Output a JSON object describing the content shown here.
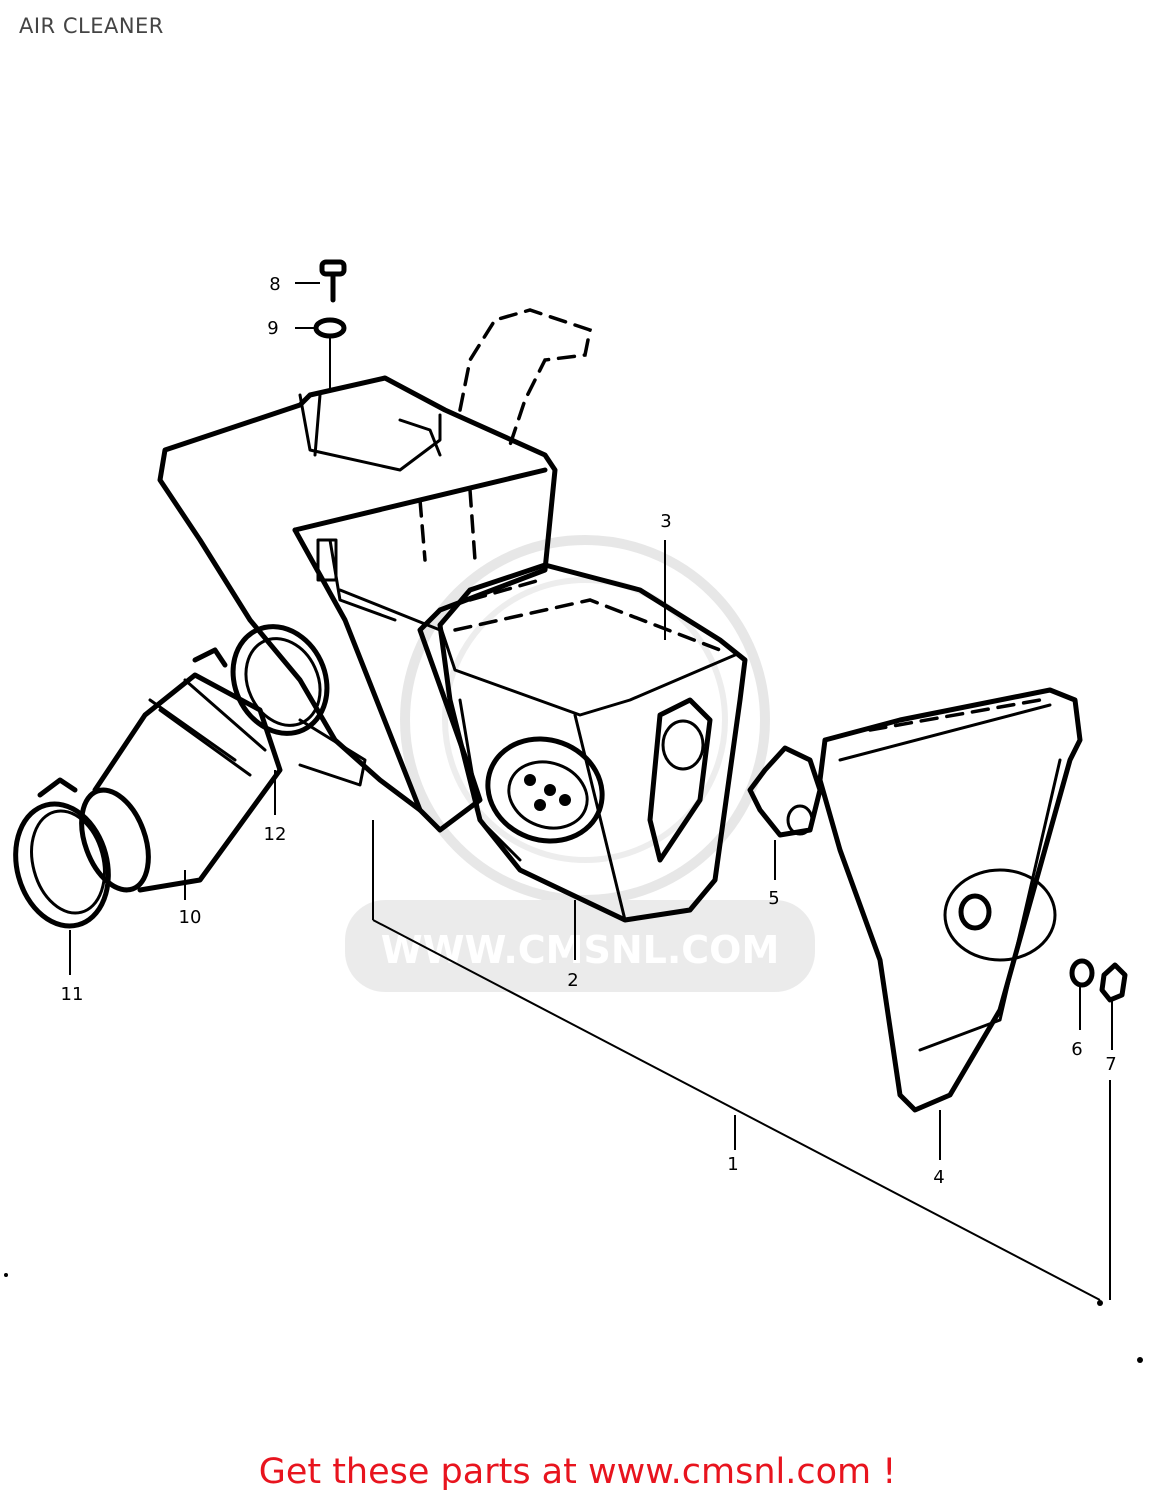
{
  "title": "AIR CLEANER",
  "footer": {
    "text": "Get these parts at www.cmsnl.com !",
    "color": "#e8141e"
  },
  "watermark": {
    "text": "WWW.CMSNL.COM"
  },
  "callouts": {
    "c1": "1",
    "c2": "2",
    "c3": "3",
    "c4": "4",
    "c5": "5",
    "c6": "6",
    "c7": "7",
    "c8": "8",
    "c9": "9",
    "c10": "10",
    "c11": "11",
    "c12": "12"
  }
}
